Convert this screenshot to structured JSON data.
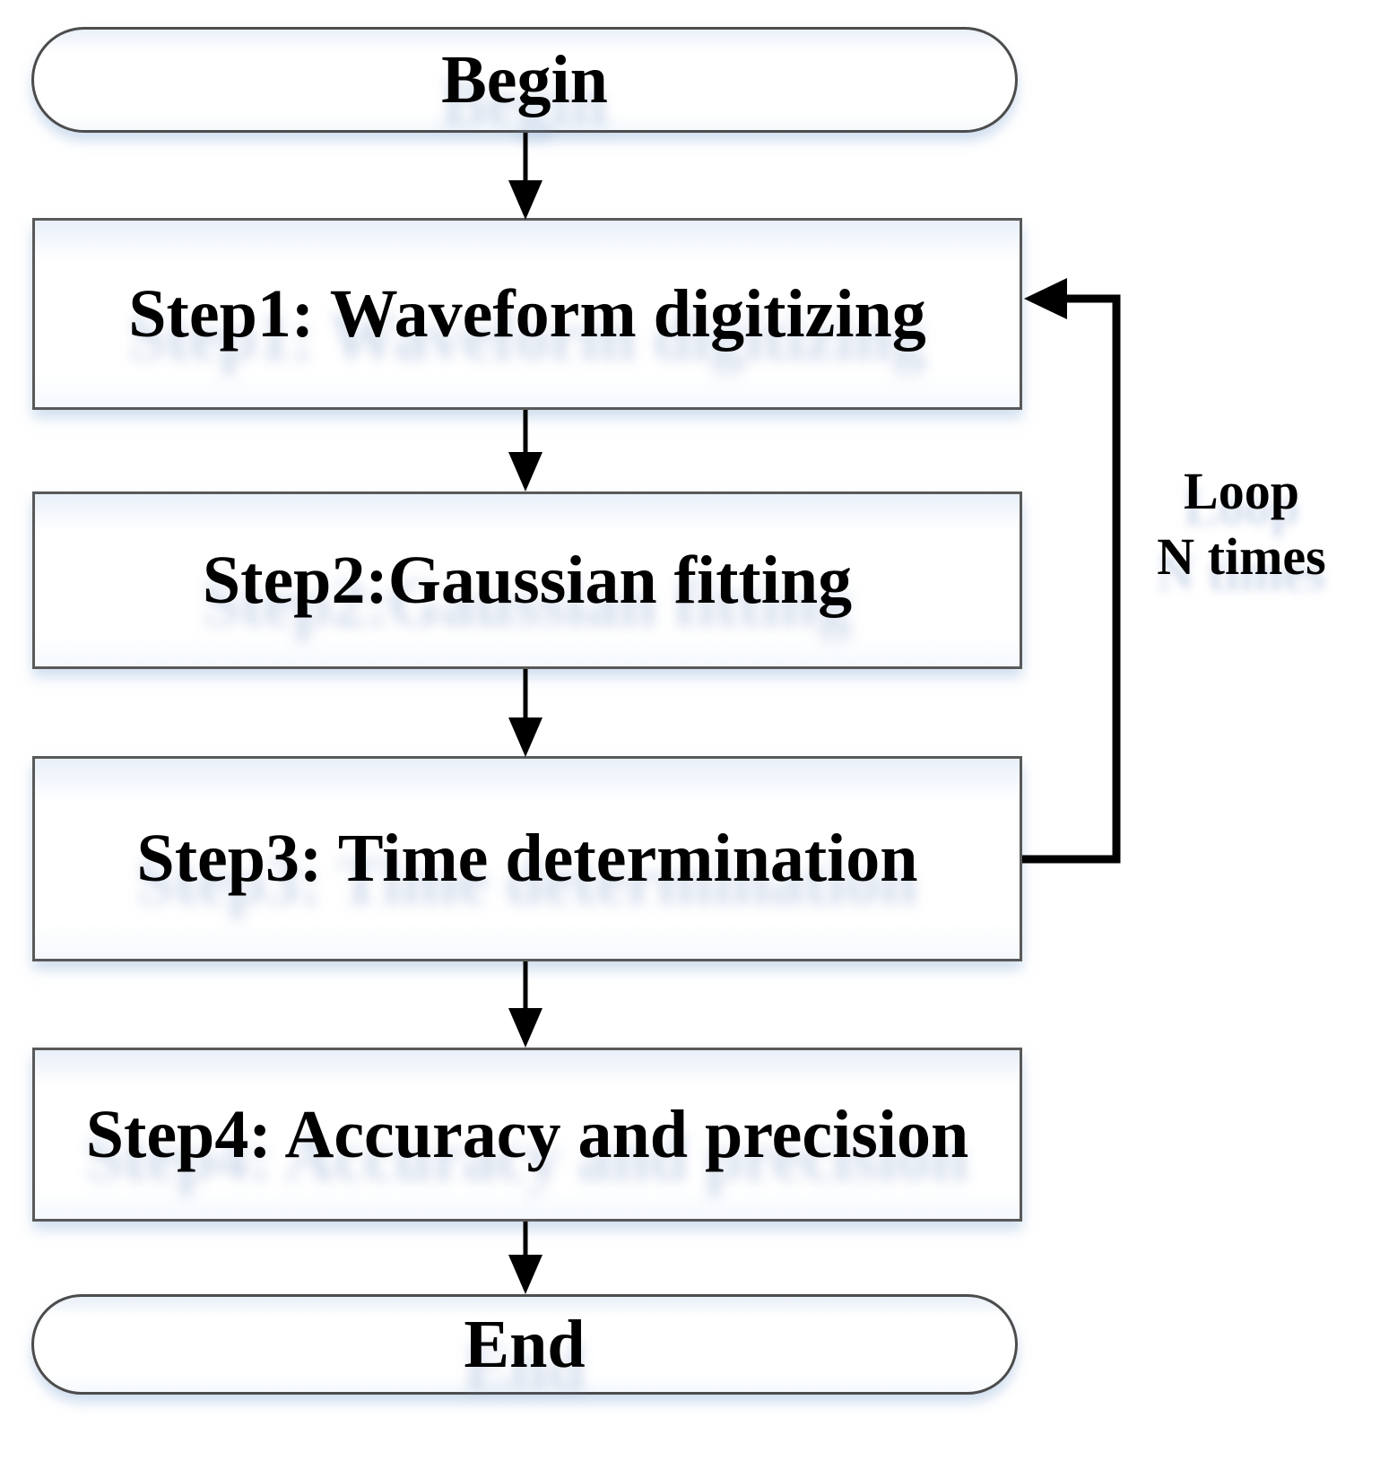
{
  "diagram": {
    "type": "flowchart",
    "nodes": [
      {
        "id": "begin",
        "shape": "terminator",
        "label": "Begin"
      },
      {
        "id": "step1",
        "shape": "process",
        "label": "Step1: Waveform digitizing"
      },
      {
        "id": "step2",
        "shape": "process",
        "label": "Step2:Gaussian fitting"
      },
      {
        "id": "step3",
        "shape": "process",
        "label": "Step3: Time determination"
      },
      {
        "id": "step4",
        "shape": "process",
        "label": "Step4: Accuracy and precision"
      },
      {
        "id": "end",
        "shape": "terminator",
        "label": "End"
      }
    ],
    "edges": [
      {
        "from": "begin",
        "to": "step1",
        "type": "straight-down"
      },
      {
        "from": "step1",
        "to": "step2",
        "type": "straight-down"
      },
      {
        "from": "step2",
        "to": "step3",
        "type": "straight-down"
      },
      {
        "from": "step3",
        "to": "step4",
        "type": "straight-down"
      },
      {
        "from": "step4",
        "to": "end",
        "type": "straight-down"
      },
      {
        "from": "step3",
        "to": "step1",
        "type": "loop-right",
        "label": "Loop N times"
      }
    ],
    "loop_label": {
      "line1": "Loop",
      "line2": "N times"
    },
    "colors": {
      "arrow": "#000000",
      "box_border": "#595959",
      "terminator_border": "#4c4c4c",
      "box_fill": "#ffffff",
      "box_top_tint": "#e9f0f9",
      "shadow": "rgba(170,195,225,0.55)",
      "text": "#000000",
      "background": "#ffffff"
    }
  }
}
